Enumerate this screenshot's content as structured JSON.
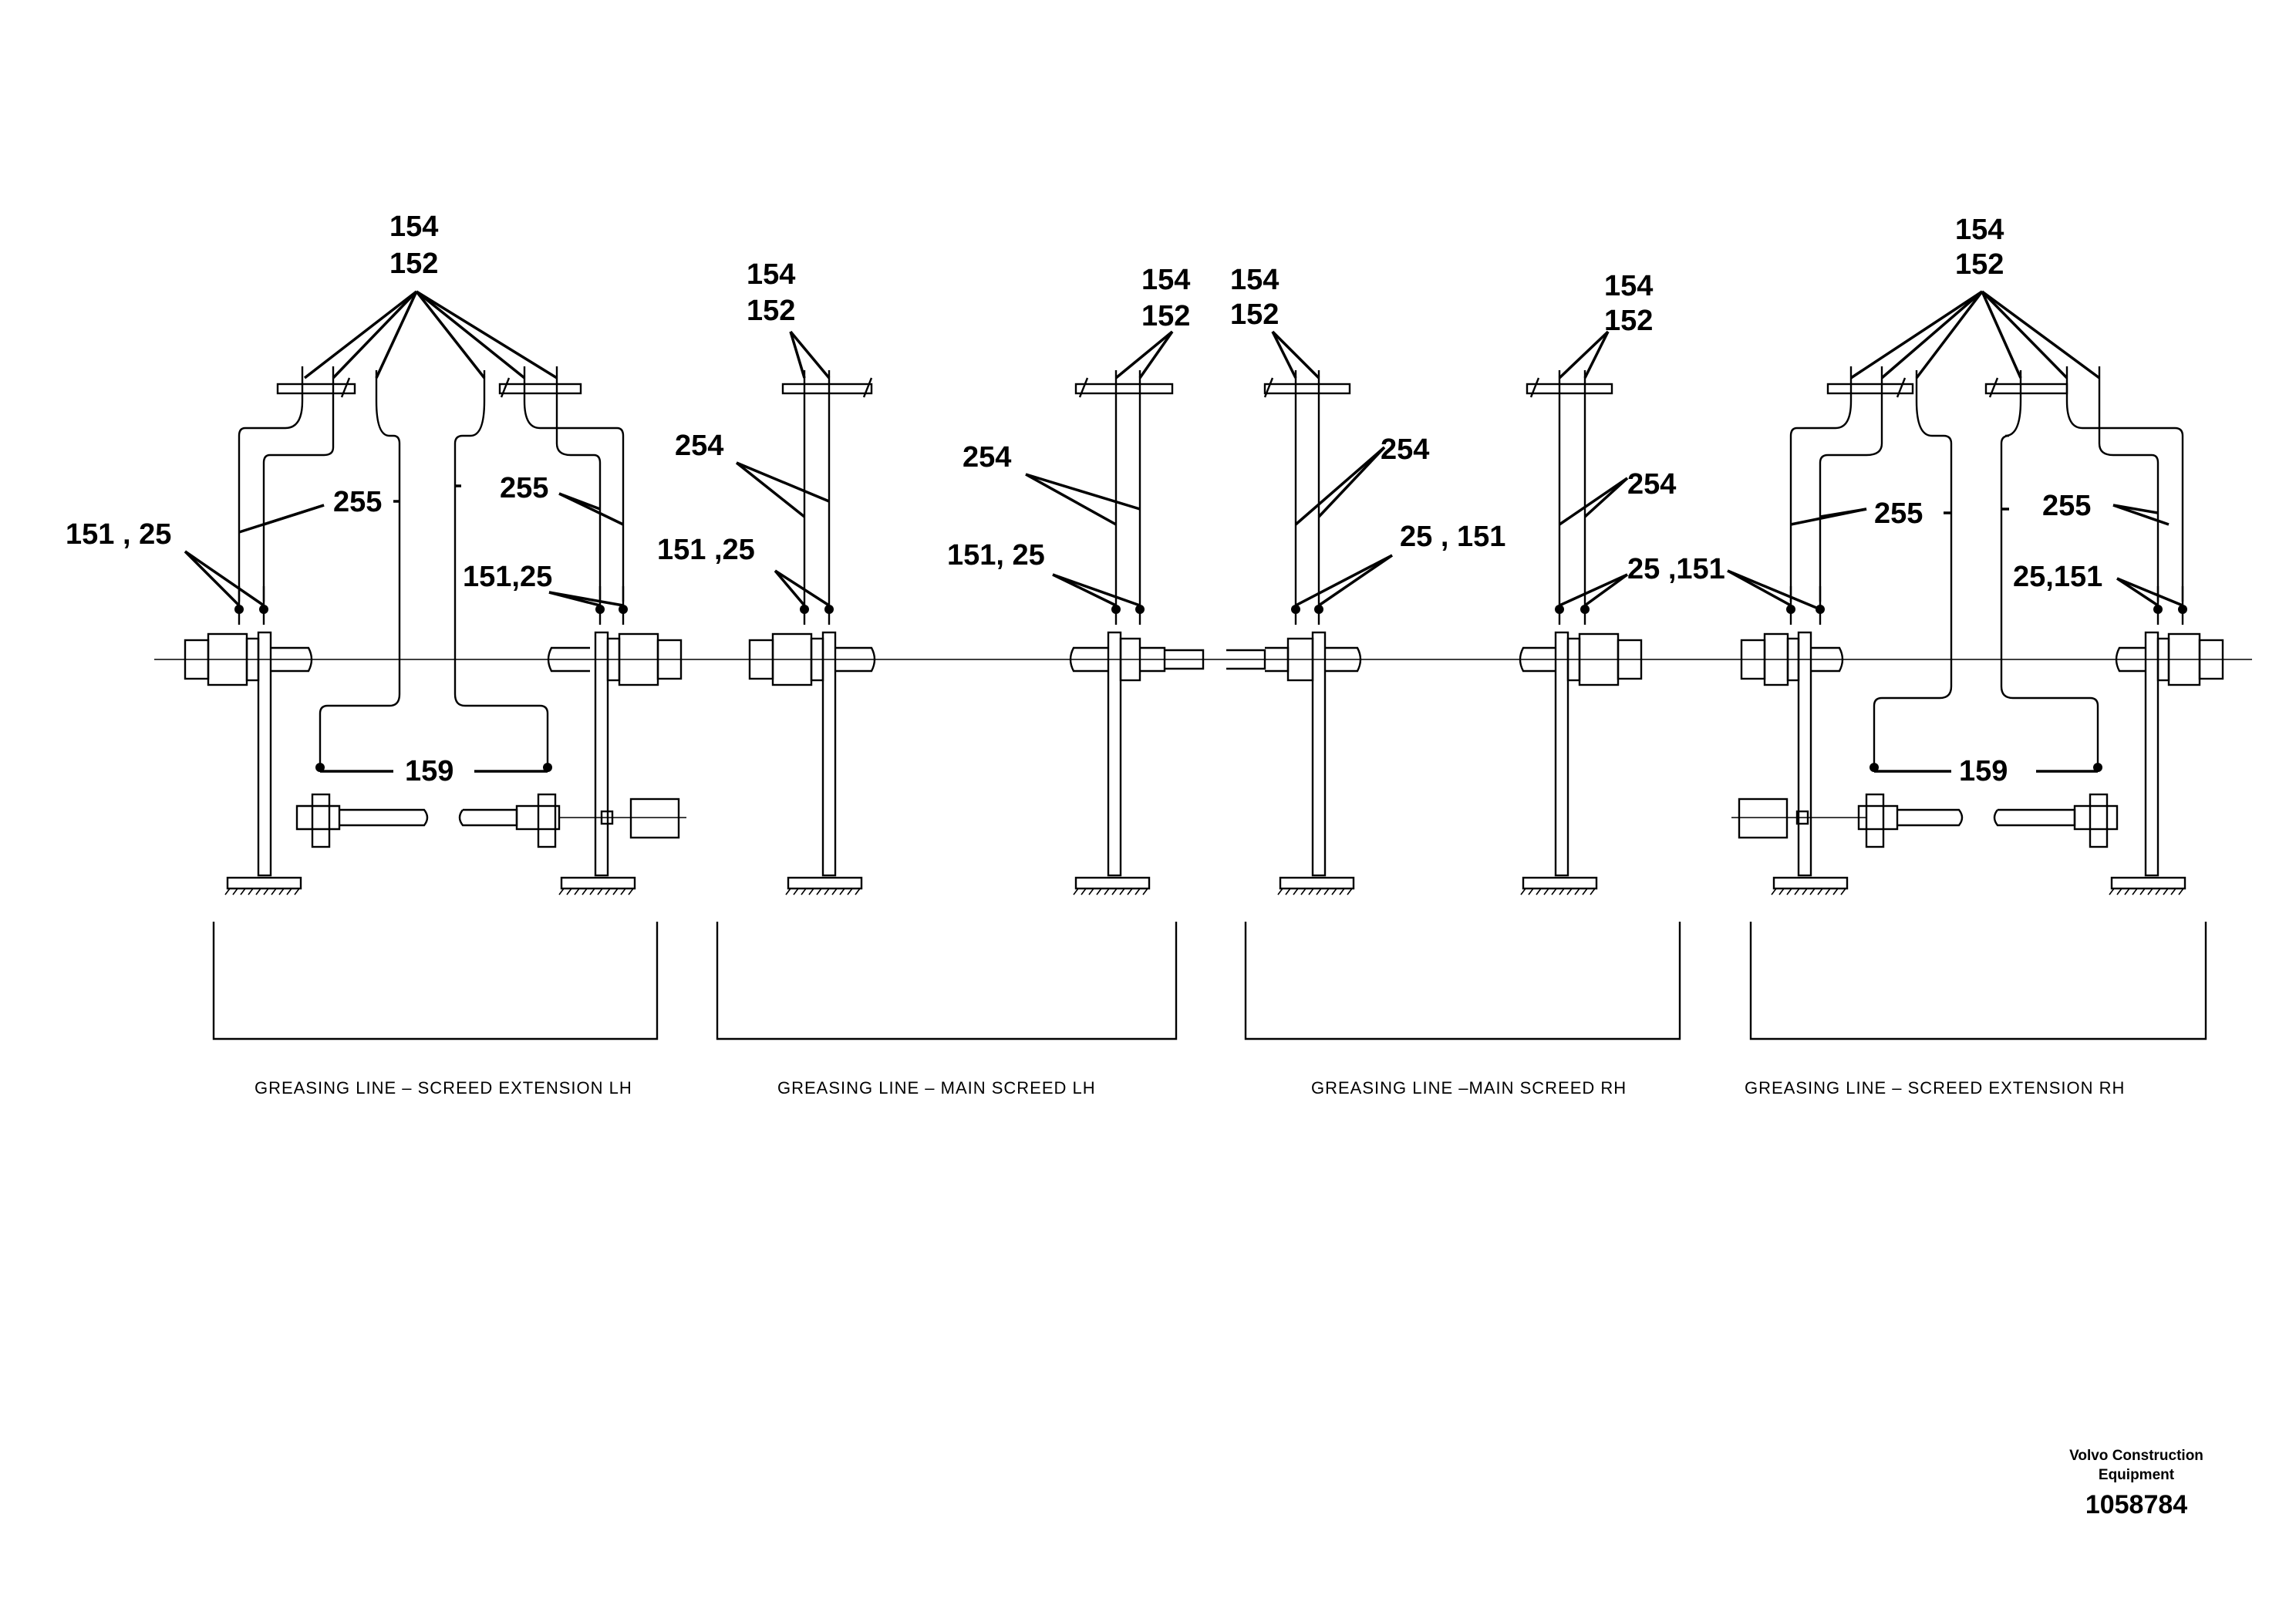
{
  "callouts": {
    "a154": "154",
    "a152": "152",
    "a255a": "255",
    "a255b": "255",
    "a15125": "151 , 25",
    "b15125": "151,25",
    "a159": "159",
    "b154": "154",
    "b152": "152",
    "b254": "254",
    "c15125": "151 ,25",
    "c154": "154",
    "c152": "152",
    "c254": "254",
    "d15125": "151, 25",
    "d154": "154",
    "d152": "152",
    "d254": "254",
    "e25151": "25 , 151",
    "e154": "154",
    "e152": "152",
    "e254": "254",
    "f25151": "25 ,151",
    "f154": "154",
    "f152": "152",
    "f255a": "255",
    "f255b": "255",
    "g25151": "25,151",
    "f159": "159"
  },
  "captions": {
    "ext_lh": "GREASING  LINE  –  SCREED  EXTENSION  LH",
    "main_lh": "GREASING  LINE  –  MAIN  SCREED  LH",
    "main_rh": "GREASING  LINE  –MAIN  SCREED  RH",
    "ext_rh": "GREASING  LINE  –  SCREED  EXTENSION  RH"
  },
  "footer": {
    "company_line1": "Volvo Construction",
    "company_line2": "Equipment",
    "doc_number": "1058784"
  }
}
